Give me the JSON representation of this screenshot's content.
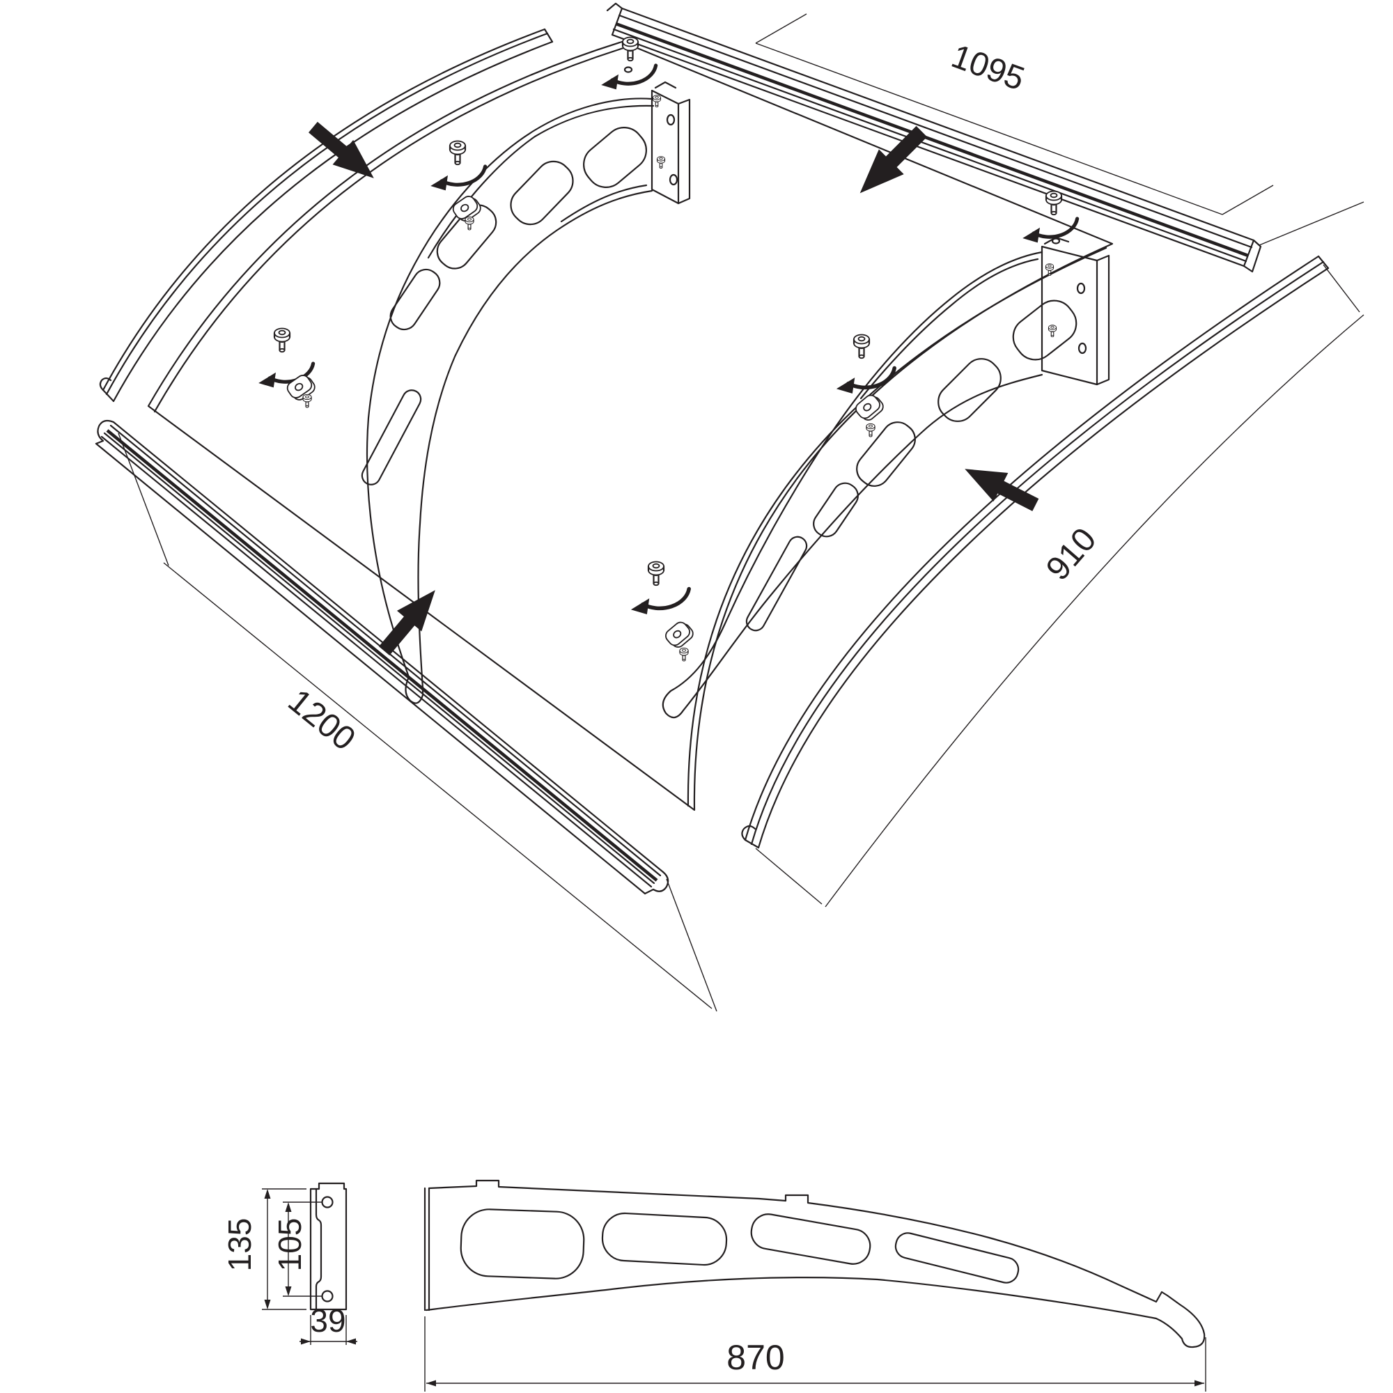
{
  "diagram": {
    "title": "Door canopy exploded assembly diagram",
    "background_color": "#ffffff",
    "line_color": "#231f20",
    "arrow_color": "#231f20",
    "dimensions": {
      "back_rail_length": "1095",
      "right_rail_length": "910",
      "front_rail_length": "1200",
      "plate_height": "135",
      "plate_hole_spacing": "105",
      "plate_width": "39",
      "bracket_depth": "870"
    },
    "parts": [
      "left curved side rail",
      "curved polycarbonate sheet",
      "wall mounting back rail",
      "left support bracket with wall plate",
      "right support bracket with wall plate",
      "right curved side rail",
      "front gutter rail",
      "fixing screws",
      "sheet clamps"
    ],
    "icons": {
      "block-arrow": "assembly insertion direction",
      "rotation-arrow": "screw tightening direction"
    },
    "views": {
      "main": "isometric exploded view",
      "detail_left": "bracket wall plate, front view",
      "detail_right": "bracket arm, side view"
    }
  }
}
